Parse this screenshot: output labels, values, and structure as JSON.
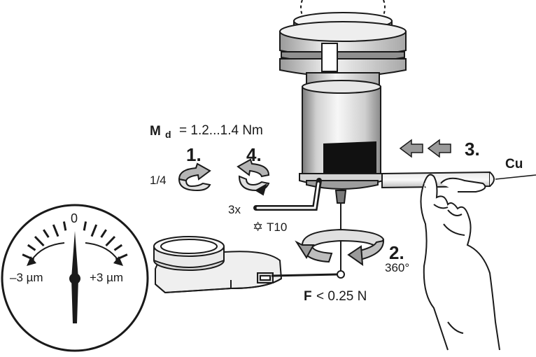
{
  "torque": {
    "symbol": "M",
    "subscript": "d",
    "value": "= 1.2...1.4 Nm"
  },
  "steps": {
    "step1": "1.",
    "step2": "2.",
    "step3": "3.",
    "step4": "4."
  },
  "labels": {
    "quarter_turn": "1/4",
    "repeat": "3x",
    "tool": "T10",
    "rotation": "360°",
    "force_symbol": "F",
    "force_value": "< 0.25 N",
    "material": "Cu"
  },
  "gauge": {
    "zero": "0",
    "minus": "–3 µm",
    "plus": "+3 µm"
  },
  "colors": {
    "line": "#1a1a1a",
    "metal_light": "#f2f2f2",
    "metal_mid": "#bdbdbd",
    "metal_dark": "#6e6e6e",
    "label_band": "#111111",
    "arrow_grey": "#9a9a9a"
  }
}
